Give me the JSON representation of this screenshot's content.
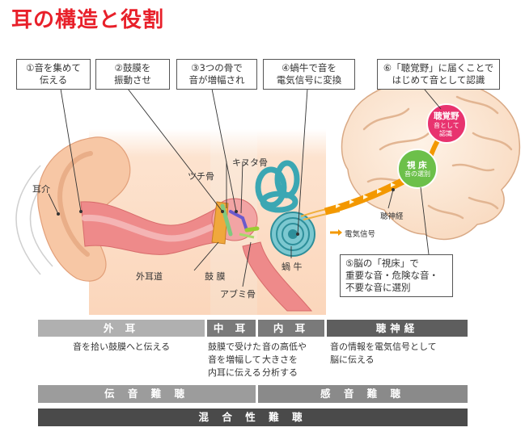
{
  "title": "耳の構造と役割",
  "callouts": {
    "c1": "①音を集めて\n伝える",
    "c2": "②鼓膜を\n振動させ",
    "c3": "③3つの骨で\n音が増幅され",
    "c4": "④蝸牛で音を\n電気信号に変換",
    "c5": "⑤脳の「視床」で\n重要な音・危険な音・\n不要な音に選別",
    "c6": "⑥「聴覚野」に届くことで\nはじめて音として認識"
  },
  "labels": {
    "auricle": "耳介",
    "ear_canal": "外耳道",
    "eardrum": "鼓 膜",
    "malleus": "ツチ骨",
    "incus": "キヌタ骨",
    "stapes": "アブミ骨",
    "cochlea": "蝸 牛",
    "auditory_nerve": "聴神経",
    "electric_signal": "電気信号",
    "thalamus_title": "視 床",
    "thalamus_sub": "音の選別",
    "cortex_title": "聴覚野",
    "cortex_sub1": "音として",
    "cortex_sub2": "認識"
  },
  "sections": [
    {
      "name": "外 耳",
      "desc": "音を拾い鼓膜へと伝える"
    },
    {
      "name": "中 耳",
      "desc": "鼓膜で受けた\n音を増幅して\n内耳に伝える"
    },
    {
      "name": "内 耳",
      "desc": "音の高低や\n大きさを\n分析する"
    },
    {
      "name": "聴神経",
      "desc": "音の情報を電気信号として\n脳に伝える"
    }
  ],
  "bars": {
    "conductive": "伝 音 難 聴",
    "sensorineural": "感 音 難 聴",
    "mixed": "混 合 性 難 聴"
  },
  "colors": {
    "title_red": "#e8202a",
    "outer_ear_gray": "#b0b0b0",
    "middle_inner_gray": "#7a7a7a",
    "nerve_gray": "#5e5e5e",
    "conductive_gray": "#9c9c9c",
    "sensorineural_gray": "#8a8a8a",
    "mixed_dark": "#4a4a4a",
    "thalamus_green": "#6cc04a",
    "cortex_pink": "#e8336f",
    "signal_orange": "#f39800",
    "cochlea_teal": "#3ba7b3"
  }
}
